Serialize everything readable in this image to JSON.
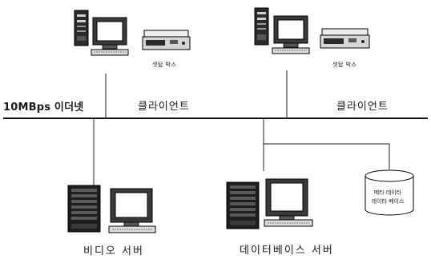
{
  "network": {
    "label": "10MBps 이더넷"
  },
  "clients": [
    {
      "label": "클라이언트",
      "settop_label": "셋탑 박스"
    },
    {
      "label": "클라이언트",
      "settop_label": "셋탑 박스"
    }
  ],
  "servers": [
    {
      "label": "비디오 서버"
    },
    {
      "label": "데이터베이스 서버"
    }
  ],
  "database": {
    "line1": "메타 데이타",
    "line2": "데이타 베이스"
  }
}
